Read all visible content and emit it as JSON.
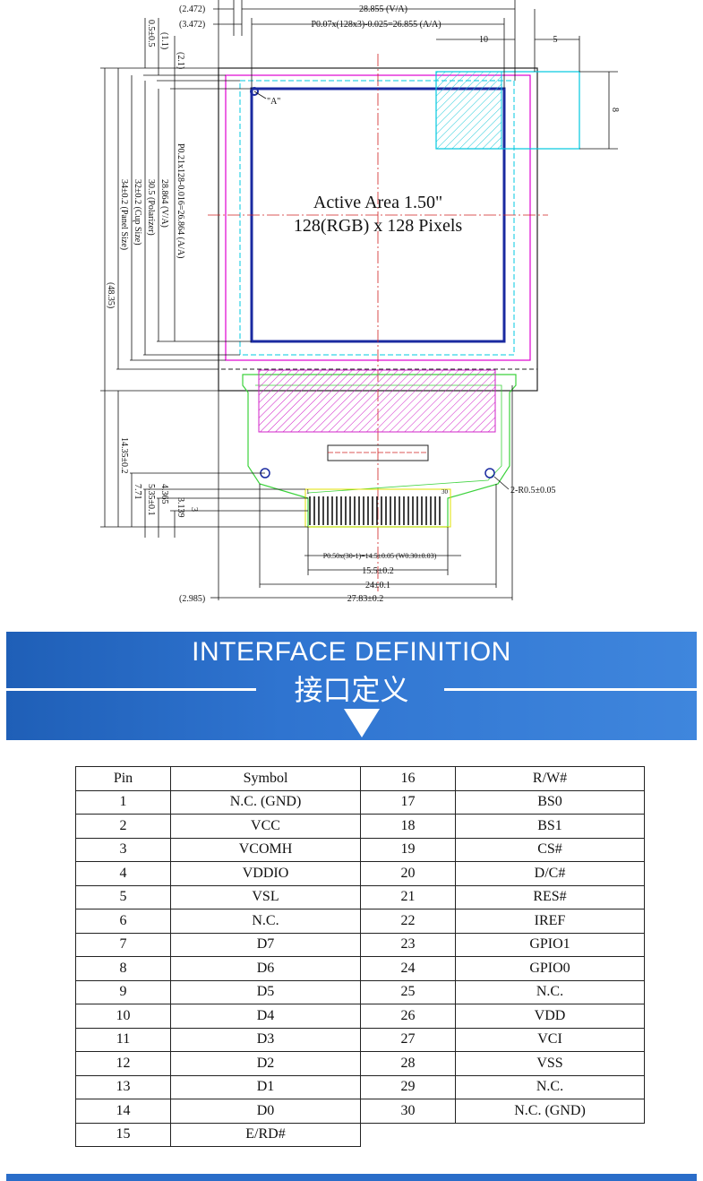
{
  "drawing": {
    "dimensions": {
      "top_offset_1": "(2.472)",
      "top_offset_2": "(3.472)",
      "va_width": "28.855 (V/A)",
      "aa_width": "P0.07x(128x3)-0.025=26.855 (A/A)",
      "dim_10": "10",
      "dim_5": "5",
      "dim_8": "8",
      "dim_05": "0.5±0.5",
      "dim_11": "(1.1)",
      "dim_21": "(2.1)",
      "aa_height": "P0.21x128-0.016=26.864 (A/A)",
      "va_height": "28.864 (V/A)",
      "polarizer": "30.5 (Polarizer)",
      "cup_size": "32±0.2 (Cup Size)",
      "panel_size": "34±0.2 (Panel Size)",
      "overall_height": "(48.35)",
      "fpc_length": "14.35±0.2",
      "dim_771": "7.71",
      "dim_535": "5.35±0.1",
      "dim_4365": "4.365",
      "dim_3139": "3.139",
      "dim_3": "3",
      "hole_radius": "2-R0.5±0.05",
      "pin_pitch": "P0.50x(30-1)=14.5±0.05 (W0.30±0.03)",
      "dim_155": "15.5±0.2",
      "dim_24": "24±0.1",
      "dim_2783": "27.83±0.2",
      "dim_2985": "(2.985)"
    },
    "active_area_line1": "Active Area 1.50\"",
    "active_area_line2": "128(RGB) x 128 Pixels",
    "marker_a": "\"A\"",
    "pin_first": "1",
    "pin_last": "30"
  },
  "banner": {
    "title_en": "INTERFACE DEFINITION",
    "title_cn": "接口定义"
  },
  "table": {
    "headers": [
      "Pin",
      "Symbol"
    ],
    "left": [
      [
        "1",
        "N.C. (GND)"
      ],
      [
        "2",
        "VCC"
      ],
      [
        "3",
        "VCOMH"
      ],
      [
        "4",
        "VDDIO"
      ],
      [
        "5",
        "VSL"
      ],
      [
        "6",
        "N.C."
      ],
      [
        "7",
        "D7"
      ],
      [
        "8",
        "D6"
      ],
      [
        "9",
        "D5"
      ],
      [
        "10",
        "D4"
      ],
      [
        "11",
        "D3"
      ],
      [
        "12",
        "D2"
      ],
      [
        "13",
        "D1"
      ],
      [
        "14",
        "D0"
      ],
      [
        "15",
        "E/RD#"
      ]
    ],
    "right": [
      [
        "16",
        "R/W#"
      ],
      [
        "17",
        "BS0"
      ],
      [
        "18",
        "BS1"
      ],
      [
        "19",
        "CS#"
      ],
      [
        "20",
        "D/C#"
      ],
      [
        "21",
        "RES#"
      ],
      [
        "22",
        "IREF"
      ],
      [
        "23",
        "GPIO1"
      ],
      [
        "24",
        "GPIO0"
      ],
      [
        "25",
        "N.C."
      ],
      [
        "26",
        "VDD"
      ],
      [
        "27",
        "VCI"
      ],
      [
        "28",
        "VSS"
      ],
      [
        "29",
        "N.C."
      ],
      [
        "30",
        "N.C. (GND)"
      ]
    ]
  },
  "colors": {
    "banner": "#2f74d0",
    "panel_outline": "#e000d0",
    "active_area": "#1a2aa0",
    "cyan_guides": "#00c8e0",
    "fpc_outline": "#3cd23c",
    "centerline": "#d02020"
  }
}
